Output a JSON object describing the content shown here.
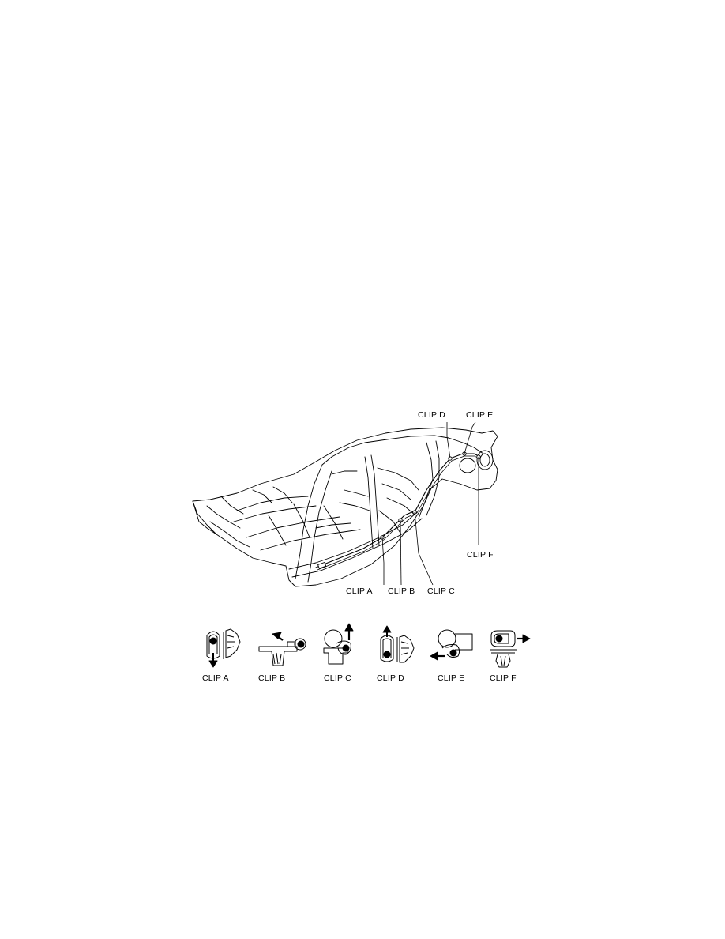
{
  "callouts": {
    "clip_a": "CLIP A",
    "clip_b": "CLIP B",
    "clip_c": "CLIP C",
    "clip_d": "CLIP D",
    "clip_e": "CLIP E",
    "clip_f": "CLIP F"
  },
  "legend": [
    {
      "label": "CLIP A"
    },
    {
      "label": "CLIP B"
    },
    {
      "label": "CLIP C"
    },
    {
      "label": "CLIP D"
    },
    {
      "label": "CLIP E"
    },
    {
      "label": "CLIP F"
    }
  ]
}
